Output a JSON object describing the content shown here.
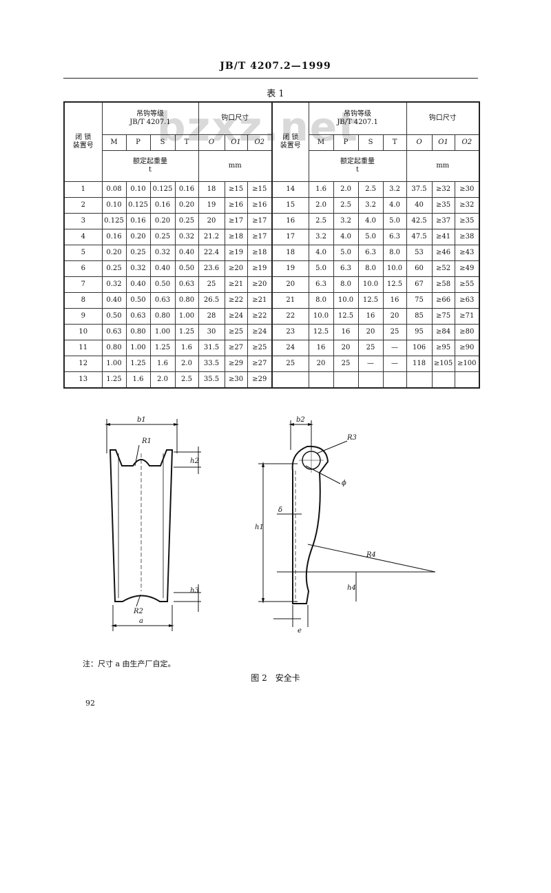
{
  "header": {
    "title": "JB/T 4207.2—1999"
  },
  "table": {
    "caption": "表 1",
    "col_lock_device": "闭 锁\n装置号",
    "col_hook_grade": "吊钩等级",
    "col_hook_std": "JB/T 4207.1",
    "col_opening": "钩口尺寸",
    "col_opening_right": "钩口尺寸",
    "col_rated_load": "额定起重量",
    "unit_t": "t",
    "unit_mm": "mm",
    "grades": [
      "M",
      "P",
      "S",
      "T"
    ],
    "opening_cols": [
      "O",
      "O1",
      "O2"
    ],
    "left_rows": [
      [
        "1",
        "0.08",
        "0.10",
        "0.125",
        "0.16",
        "18",
        "≥15",
        "≥15"
      ],
      [
        "2",
        "0.10",
        "0.125",
        "0.16",
        "0.20",
        "19",
        "≥16",
        "≥16"
      ],
      [
        "3",
        "0.125",
        "0.16",
        "0.20",
        "0.25",
        "20",
        "≥17",
        "≥17"
      ],
      [
        "4",
        "0.16",
        "0.20",
        "0.25",
        "0.32",
        "21.2",
        "≥18",
        "≥17"
      ],
      [
        "5",
        "0.20",
        "0.25",
        "0.32",
        "0.40",
        "22.4",
        "≥19",
        "≥18"
      ],
      [
        "6",
        "0.25",
        "0.32",
        "0.40",
        "0.50",
        "23.6",
        "≥20",
        "≥19"
      ],
      [
        "7",
        "0.32",
        "0.40",
        "0.50",
        "0.63",
        "25",
        "≥21",
        "≥20"
      ],
      [
        "8",
        "0.40",
        "0.50",
        "0.63",
        "0.80",
        "26.5",
        "≥22",
        "≥21"
      ],
      [
        "9",
        "0.50",
        "0.63",
        "0.80",
        "1.00",
        "28",
        "≥24",
        "≥22"
      ],
      [
        "10",
        "0.63",
        "0.80",
        "1.00",
        "1.25",
        "30",
        "≥25",
        "≥24"
      ],
      [
        "11",
        "0.80",
        "1.00",
        "1.25",
        "1.6",
        "31.5",
        "≥27",
        "≥25"
      ],
      [
        "12",
        "1.00",
        "1.25",
        "1.6",
        "2.0",
        "33.5",
        "≥29",
        "≥27"
      ],
      [
        "13",
        "1.25",
        "1.6",
        "2.0",
        "2.5",
        "35.5",
        "≥30",
        "≥29"
      ]
    ],
    "right_rows": [
      [
        "14",
        "1.6",
        "2.0",
        "2.5",
        "3.2",
        "37.5",
        "≥32",
        "≥30"
      ],
      [
        "15",
        "2.0",
        "2.5",
        "3.2",
        "4.0",
        "40",
        "≥35",
        "≥32"
      ],
      [
        "16",
        "2.5",
        "3.2",
        "4.0",
        "5.0",
        "42.5",
        "≥37",
        "≥35"
      ],
      [
        "17",
        "3.2",
        "4.0",
        "5.0",
        "6.3",
        "47.5",
        "≥41",
        "≥38"
      ],
      [
        "18",
        "4.0",
        "5.0",
        "6.3",
        "8.0",
        "53",
        "≥46",
        "≥43"
      ],
      [
        "19",
        "5.0",
        "6.3",
        "8.0",
        "10.0",
        "60",
        "≥52",
        "≥49"
      ],
      [
        "20",
        "6.3",
        "8.0",
        "10.0",
        "12.5",
        "67",
        "≥58",
        "≥55"
      ],
      [
        "21",
        "8.0",
        "10.0",
        "12.5",
        "16",
        "75",
        "≥66",
        "≥63"
      ],
      [
        "22",
        "10.0",
        "12.5",
        "16",
        "20",
        "85",
        "≥75",
        "≥71"
      ],
      [
        "23",
        "12.5",
        "16",
        "20",
        "25",
        "95",
        "≥84",
        "≥80"
      ],
      [
        "24",
        "16",
        "20",
        "25",
        "—",
        "106",
        "≥95",
        "≥90"
      ],
      [
        "25",
        "20",
        "25",
        "—",
        "—",
        "118",
        "≥105",
        "≥100"
      ],
      [
        "",
        "",
        "",
        "",
        "",
        "",
        "",
        ""
      ]
    ]
  },
  "figure": {
    "labels": {
      "b1": "b1",
      "b2": "b2",
      "R1": "R1",
      "R2": "R2",
      "R3": "R3",
      "R4": "R4",
      "h1": "h1",
      "h2": "h2",
      "h3": "h3",
      "h4": "h4",
      "a": "a",
      "e": "e",
      "delta": "δ",
      "phi": "ϕ"
    },
    "note": "注：尺寸 a 由生产厂自定。",
    "caption": "图 2　安全卡"
  },
  "watermark": "bzxz.net",
  "page_number": "92"
}
